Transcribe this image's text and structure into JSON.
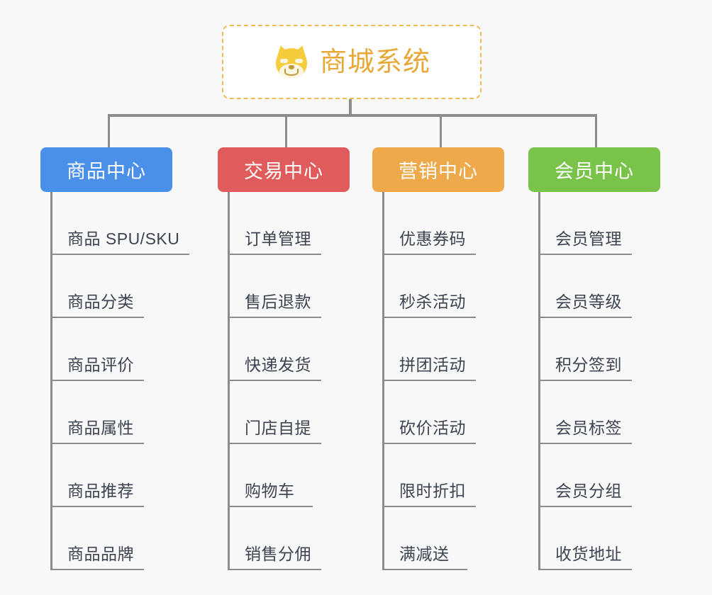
{
  "canvas": {
    "background": "#f8f8f8",
    "line_color": "#8c8c8c"
  },
  "root": {
    "title": "商城系统",
    "icon": "shiba-inu-dog-face-emoji",
    "title_color": "#e8a838",
    "border_color": "#eebb55",
    "fill": "#ffffff"
  },
  "branches": [
    {
      "title": "商品中心",
      "color": "#4a90e8",
      "leaves": [
        "商品 SPU/SKU",
        "商品分类",
        "商品评价",
        "商品属性",
        "商品推荐",
        "商品品牌"
      ]
    },
    {
      "title": "交易中心",
      "color": "#e05c5c",
      "leaves": [
        "订单管理",
        "售后退款",
        "快递发货",
        "门店自提",
        "购物车",
        "销售分佣"
      ]
    },
    {
      "title": "营销中心",
      "color": "#eda94a",
      "leaves": [
        "优惠券码",
        "秒杀活动",
        "拼团活动",
        "砍价活动",
        "限时折扣",
        "满减送"
      ]
    },
    {
      "title": "会员中心",
      "color": "#7ac34a",
      "leaves": [
        "会员管理",
        "会员等级",
        "积分签到",
        "会员标签",
        "会员分组",
        "收货地址"
      ]
    }
  ]
}
